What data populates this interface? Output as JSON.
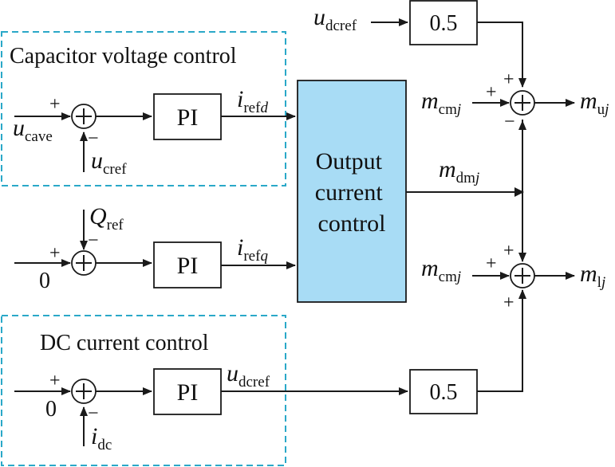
{
  "groups": {
    "capacitor": "Capacitor voltage control",
    "dc_current": "DC current control"
  },
  "blocks": {
    "pi": "PI",
    "gain": "0.5",
    "occ_line1": "Output",
    "occ_line2": "current",
    "occ_line3": "control"
  },
  "signs": {
    "plus": "+",
    "minus": "−"
  },
  "signals": {
    "u_cave": {
      "base": "u",
      "sub": "cave"
    },
    "u_cref": {
      "base": "u",
      "sub": "cref"
    },
    "i_refd": {
      "base": "i",
      "sub": "ref",
      "sub2": "d"
    },
    "Q_ref": {
      "base": "Q",
      "sub": "ref"
    },
    "zero": "0",
    "i_refq": {
      "base": "i",
      "sub": "ref",
      "sub2": "q"
    },
    "u_dcref": {
      "base": "u",
      "sub": "dcref"
    },
    "i_dc": {
      "base": "i",
      "sub": "dc"
    },
    "m_cmj": {
      "base": "m",
      "sub": "cm",
      "sub2": "j"
    },
    "m_uj": {
      "base": "m",
      "sub": "u",
      "sub2": "j"
    },
    "m_dmj": {
      "base": "m",
      "sub": "dm",
      "sub2": "j"
    },
    "m_lj": {
      "base": "m",
      "sub": "l",
      "sub2": "j"
    }
  },
  "colors": {
    "output_block_fill": "#a8dcf5",
    "dashed_border": "#2aa8c8",
    "line": "#1a1a1a"
  }
}
